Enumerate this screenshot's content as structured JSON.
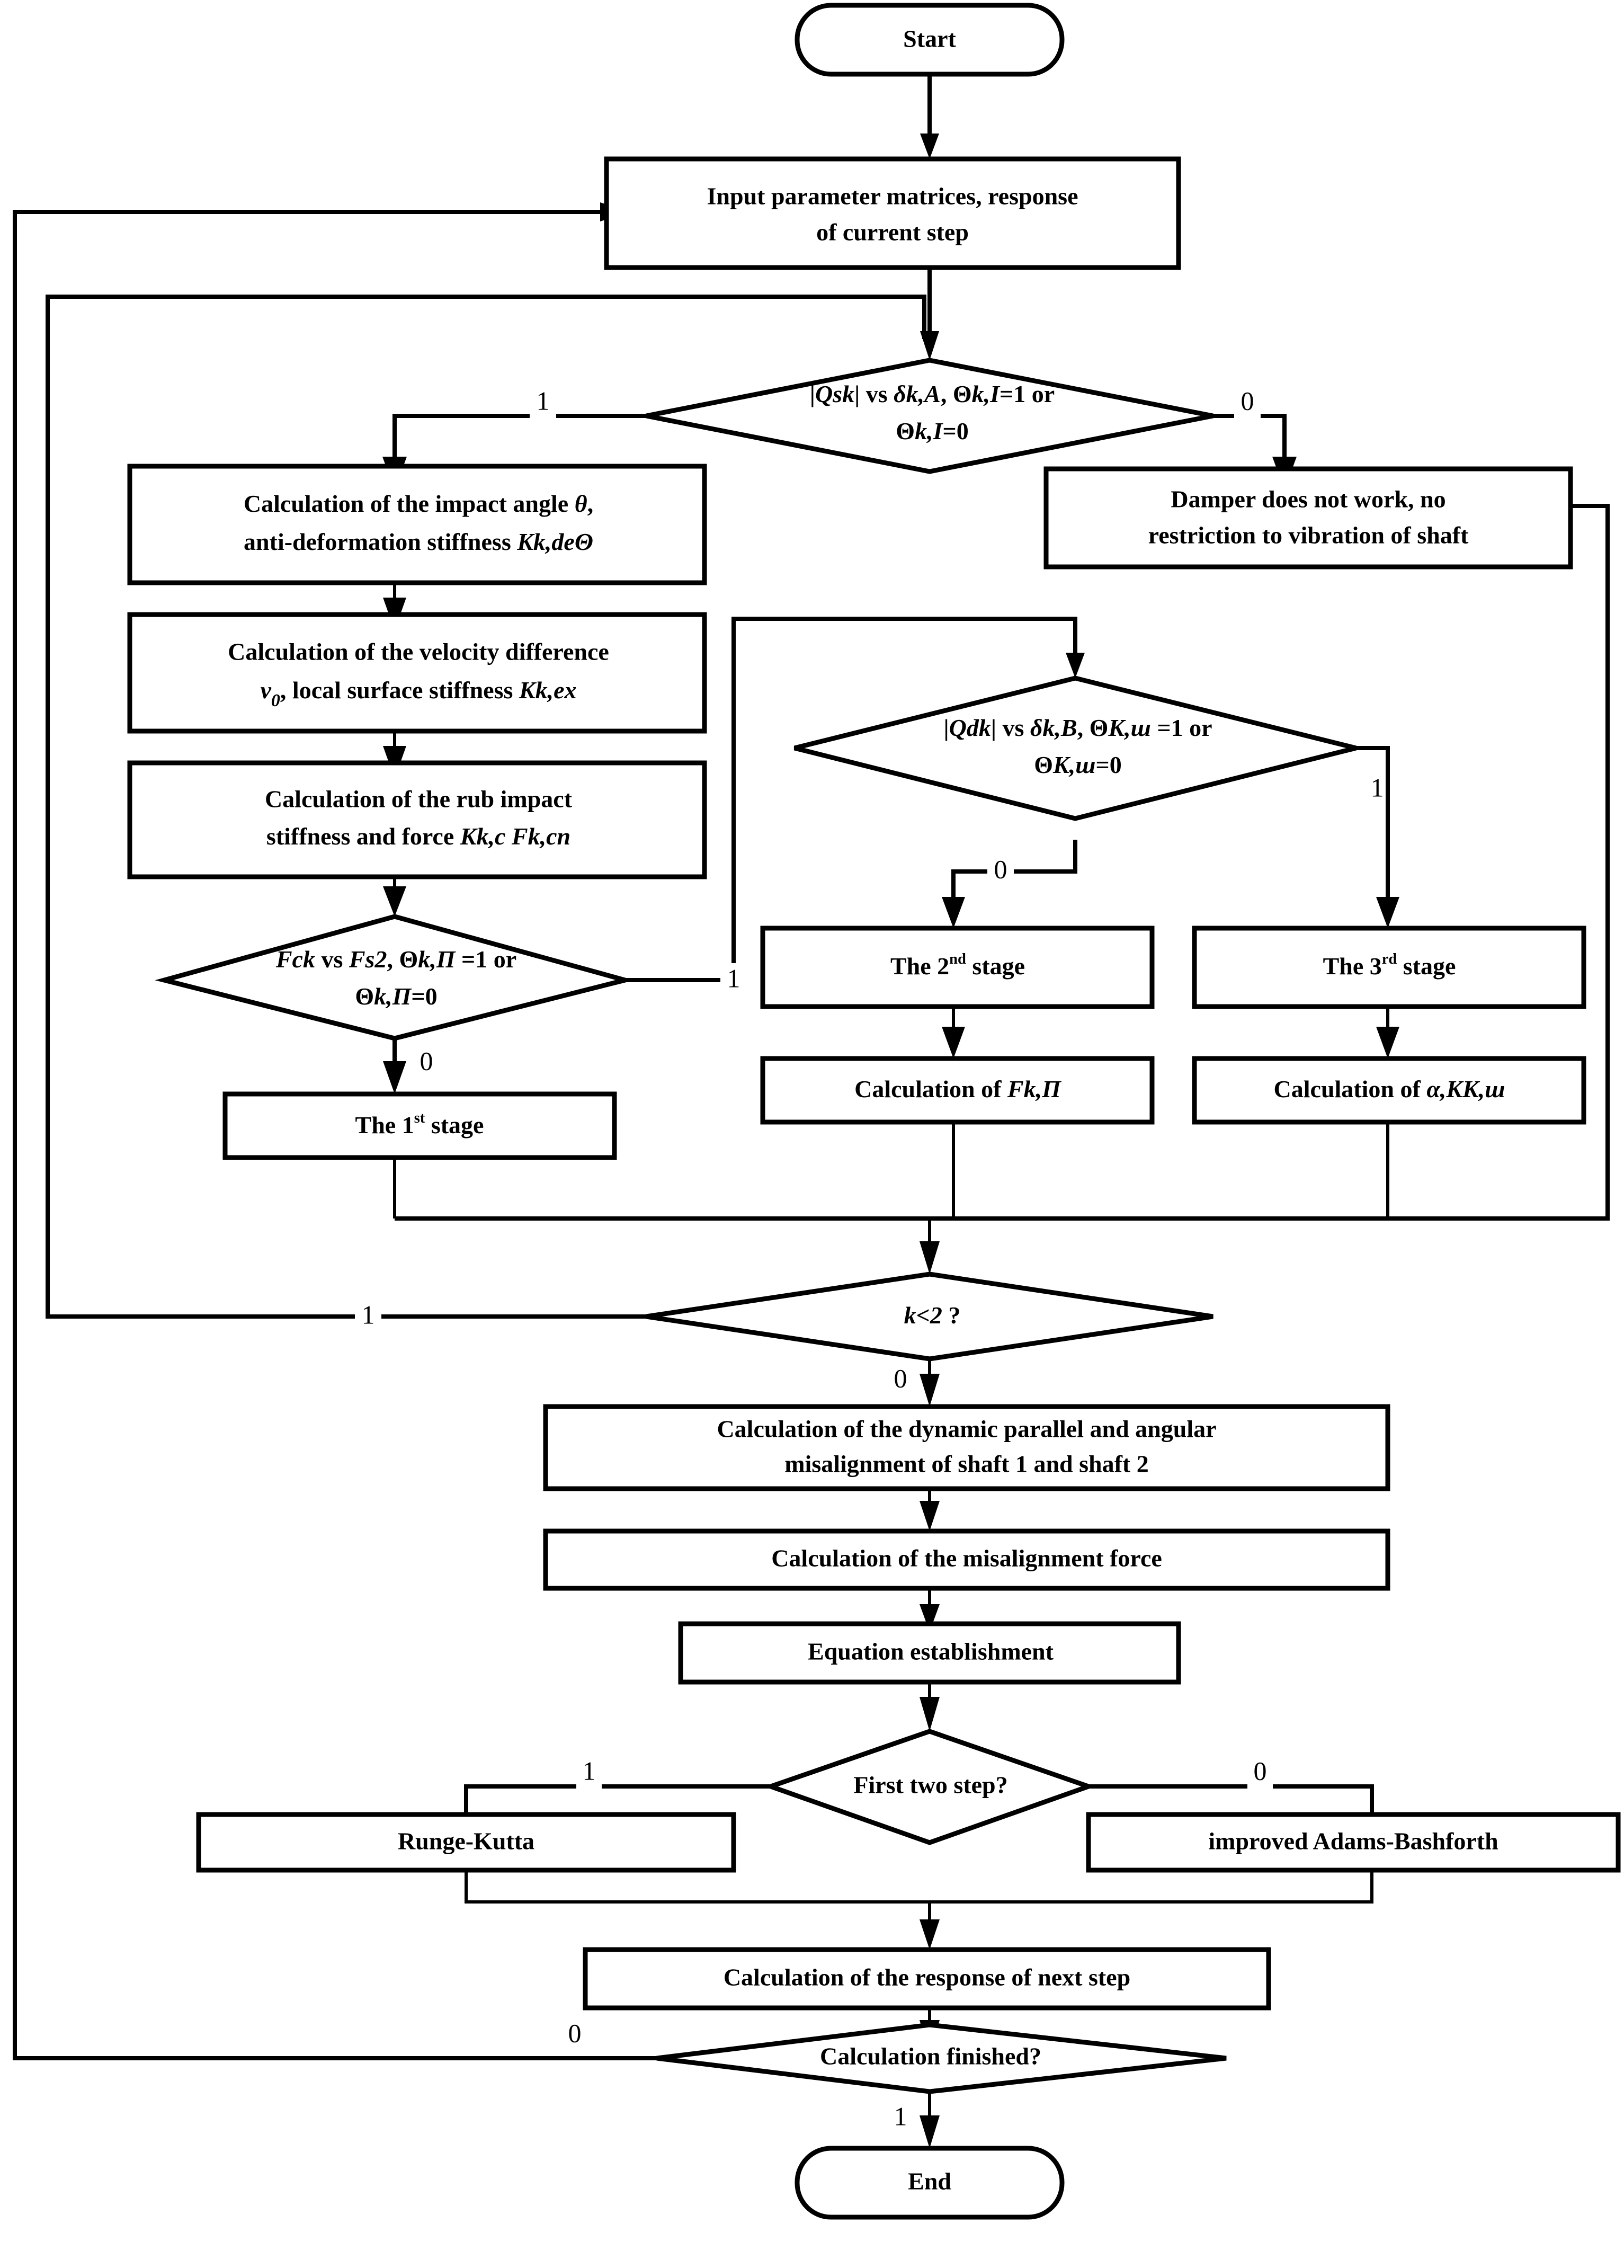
{
  "diagram": {
    "title": "Rub-impact and misalignment rotor dynamics simulation flowchart",
    "type": "flowchart",
    "background_color": "#ffffff",
    "line_color": "#000000"
  },
  "nodes": {
    "start": {
      "label": "Start",
      "shape": "terminator"
    },
    "input": {
      "line1": "Input parameter matrices, response",
      "line2": "of current step",
      "shape": "process"
    },
    "decision_qsk": {
      "line1_a": "|",
      "line1_b": "Q",
      "line1_c": "sk",
      "line1_d": "| vs ",
      "line1_e": "δ",
      "line1_f": "k,A",
      "line1_g": ", Θ",
      "line1_h": "k,I",
      "line1_i": "=1 or",
      "line2_a": "Θ",
      "line2_b": "k,I",
      "line2_c": "=0",
      "plain": "|Qsk| vs δk,A, Θk,I=1 or Θk,I=0",
      "shape": "decision"
    },
    "damper": {
      "line1": "Damper does not work, no",
      "line2": "restriction to vibration of shaft",
      "shape": "process"
    },
    "impact_angle": {
      "line1_a": "Calculation of the impact angle ",
      "line1_b": "θ",
      "line1_c": ",",
      "line2_a": "anti-deformation stiffness ",
      "line2_b": "K",
      "line2_c": "k,deΘ",
      "plain": "Calculation of the impact angle θ, anti-deformation stiffness Kk,deΘ",
      "shape": "process"
    },
    "velocity_diff": {
      "line1_a": "Calculation of the velocity difference",
      "line2_a": "ν",
      "line2_b": "0",
      "line2_c": ", local surface stiffness ",
      "line2_d": "K",
      "line2_e": "k,ex",
      "plain": "Calculation of the velocity difference ν0, local surface stiffness Kk,ex",
      "shape": "process"
    },
    "rub_impact": {
      "line1_a": "Calculation of the rub impact",
      "line2_a": "stiffness and force ",
      "line2_b": "K",
      "line2_c": "k,c",
      "line2_d": " F",
      "line2_e": "k,cn",
      "plain": "Calculation of the rub impact stiffness and force Kk,c Fk,cn",
      "shape": "process"
    },
    "decision_fck": {
      "line1_a": "F",
      "line1_b": "ck",
      "line1_c": " vs ",
      "line1_d": "F",
      "line1_e": "s2",
      "line1_f": ", Θ",
      "line1_g": "k,П",
      "line1_h": " =1 or",
      "line2_a": "Θ",
      "line2_b": "k,П",
      "line2_c": "=0",
      "plain": "Fck vs Fs2, Θk,П =1 or Θk,П=0",
      "shape": "decision"
    },
    "stage1": {
      "pre": "The 1",
      "sup": "st",
      "post": " stage",
      "plain": "The 1st stage",
      "shape": "process"
    },
    "decision_qdk": {
      "line1_a": "|",
      "line1_b": "Q",
      "line1_c": "dk",
      "line1_d": "| vs ",
      "line1_e": "δ",
      "line1_f": "k,B",
      "line1_g": ", Θ",
      "line1_h": "K,ш",
      "line1_i": " =1 or",
      "line2_a": "Θ",
      "line2_b": "K,ш",
      "line2_c": "=0",
      "plain": "|Qdk| vs δk,B, ΘK,ш =1 or ΘK,ш=0",
      "shape": "decision"
    },
    "stage2": {
      "pre": "The 2",
      "sup": "nd",
      "post": " stage",
      "plain": "The 2nd stage",
      "shape": "process"
    },
    "stage3": {
      "pre": "The 3",
      "sup": "rd",
      "post": " stage",
      "plain": "The 3rd stage",
      "shape": "process"
    },
    "calc_fkp": {
      "pre": "Calculation of ",
      "sym": "F",
      "sub": "k,П",
      "plain": "Calculation of Fk,П",
      "shape": "process"
    },
    "calc_akk": {
      "pre": "Calculation of ",
      "sym": "α,KK",
      "sub": ",ш",
      "plain": "Calculation of α,KK,ш",
      "shape": "process"
    },
    "decision_k2": {
      "label_a": "k",
      "label_b": "<2",
      "label_c": " ?",
      "plain": "k<2 ?",
      "shape": "decision"
    },
    "misalign_calc": {
      "line1": "Calculation of the dynamic parallel and angular",
      "line2": "misalignment  of shaft 1 and shaft 2",
      "shape": "process"
    },
    "misalign_force": {
      "label": "Calculation of the misalignment force",
      "shape": "process"
    },
    "equation": {
      "label": "Equation establishment",
      "shape": "process"
    },
    "decision_firsttwo": {
      "label": "First two step?",
      "shape": "decision"
    },
    "runge_kutta": {
      "label": "Runge-Kutta",
      "shape": "process"
    },
    "adams": {
      "label": "improved Adams-Bashforth",
      "shape": "process"
    },
    "response_next": {
      "label": "Calculation of the response of next step",
      "shape": "process"
    },
    "decision_finished": {
      "label": "Calculation finished?",
      "shape": "decision"
    },
    "end": {
      "label": "End",
      "shape": "terminator"
    }
  },
  "branch_labels": {
    "qsk_true": "1",
    "qsk_false": "0",
    "fck_true": "1",
    "fck_false": "0",
    "qdk_false": "0",
    "qdk_true": "1",
    "k2_true": "1",
    "k2_false": "0",
    "firsttwo_true": "1",
    "firsttwo_false": "0",
    "finished_false": "0",
    "finished_true": "1"
  }
}
